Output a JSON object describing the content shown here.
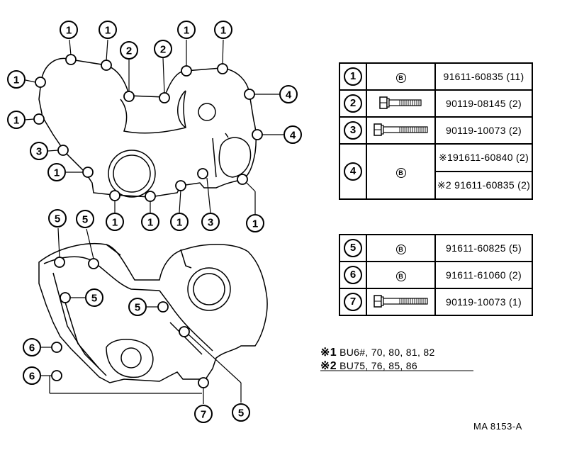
{
  "callouts_upper": [
    {
      "n": "1"
    },
    {
      "n": "1"
    },
    {
      "n": "2"
    },
    {
      "n": "2"
    },
    {
      "n": "1"
    },
    {
      "n": "1"
    },
    {
      "n": "1"
    },
    {
      "n": "4"
    },
    {
      "n": "1"
    },
    {
      "n": "4"
    },
    {
      "n": "3"
    },
    {
      "n": "1"
    },
    {
      "n": "1"
    },
    {
      "n": "1"
    },
    {
      "n": "1"
    },
    {
      "n": "3"
    },
    {
      "n": "1"
    }
  ],
  "callouts_lower": [
    {
      "n": "5"
    },
    {
      "n": "5"
    },
    {
      "n": "5"
    },
    {
      "n": "5"
    },
    {
      "n": "6"
    },
    {
      "n": "6"
    },
    {
      "n": "7"
    },
    {
      "n": "5"
    }
  ],
  "table1": {
    "rows": [
      {
        "ref": "1",
        "type": "flange-bolt",
        "part": "91611-60835 (11)"
      },
      {
        "ref": "2",
        "type": "bolt",
        "part": "90119-08145 (2)"
      },
      {
        "ref": "3",
        "type": "bolt",
        "part": "90119-10073 (2)"
      },
      {
        "ref": "4",
        "type": "flange-bolt",
        "part1": "※191611-60840 (2)",
        "part2": "※2 91611-60835 (2)"
      }
    ]
  },
  "table2": {
    "rows": [
      {
        "ref": "5",
        "type": "flange-bolt",
        "part": "91611-60825 (5)"
      },
      {
        "ref": "6",
        "type": "flange-bolt",
        "part": "91611-61060 (2)"
      },
      {
        "ref": "7",
        "type": "bolt",
        "part": "90119-10073 (1)"
      }
    ]
  },
  "notes": [
    {
      "mark": "※1",
      "text": "BU6#, 70, 80, 81, 82"
    },
    {
      "mark": "※2",
      "text": "BU75, 76, 85, 86"
    }
  ],
  "drawing_code": "MA 8153-A",
  "b_symbol": "B"
}
